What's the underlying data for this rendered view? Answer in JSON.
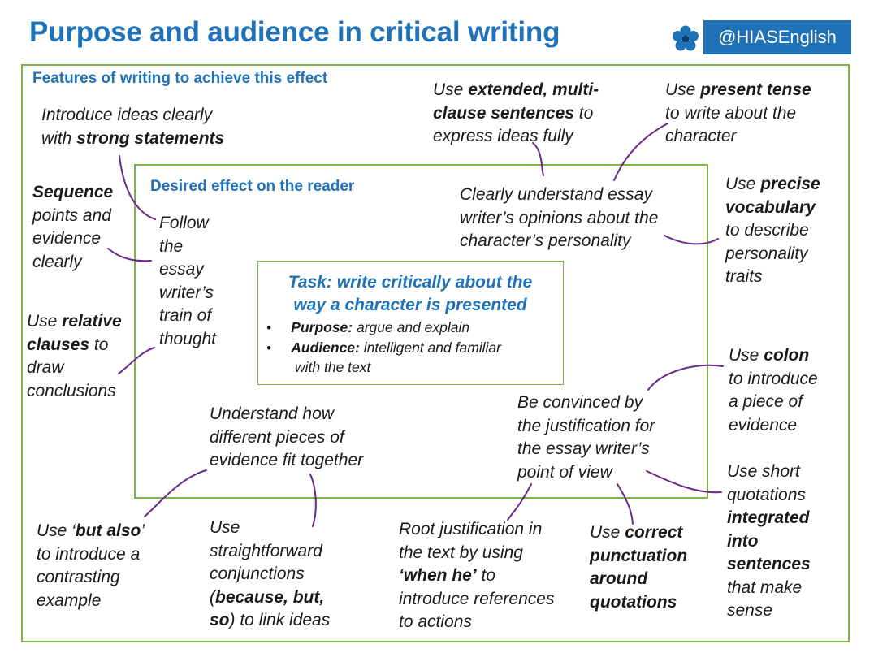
{
  "title": "Purpose and audience in critical writing",
  "brand": "@HIASEnglish",
  "colors": {
    "heading_blue": "#1f72b8",
    "box_green": "#7db343",
    "connector_purple": "#6a2a8c",
    "logo_blue": "#1f72b8"
  },
  "icons": [
    "flower-logo-icon"
  ],
  "headings": {
    "features": "Features of writing to achieve this effect",
    "desired": "Desired effect on the reader"
  },
  "task": {
    "title_l1": "Task: write critically about the",
    "title_l2": "way a character is presented",
    "purpose_label": "Purpose:",
    "purpose_text": " argue and explain",
    "audience_label": "Audience:",
    "audience_text": " intelligent and familiar",
    "audience_text2": "with the text"
  },
  "effects": {
    "follow": [
      "Follow",
      "the",
      "essay",
      "writer’s",
      "train of",
      "thought"
    ],
    "understand_opinions": [
      "Clearly understand essay",
      "writer’s opinions about the",
      "character’s personality"
    ],
    "understand_evidence": [
      "Understand how",
      "different pieces of",
      "evidence fit together"
    ],
    "convinced": [
      "Be convinced by",
      "the justification for",
      "the essay writer’s",
      "point of view"
    ]
  },
  "features": {
    "introduce": {
      "l1": "Introduce ideas clearly",
      "l2a": "with ",
      "l2b": "strong statements"
    },
    "extended": {
      "l1a": "Use ",
      "l1b": "extended, multi-",
      "l2a": "clause sentences",
      "l2b": " to",
      "l3": "express ideas fully"
    },
    "present": {
      "l1a": "Use ",
      "l1b": "present tense",
      "l2": "to write about the",
      "l3": "character"
    },
    "sequence": {
      "l1": "Sequence",
      "l2": "points and",
      "l3": "evidence",
      "l4": "clearly"
    },
    "precise": {
      "l1a": "Use ",
      "l1b": "precise",
      "l2": "vocabulary",
      "l3": "to describe",
      "l4": "personality",
      "l5": "traits"
    },
    "relative": {
      "l1a": "Use ",
      "l1b": "relative",
      "l2a": "clauses",
      "l2b": " to",
      "l3": "draw",
      "l4": "conclusions"
    },
    "colon": {
      "l1a": "Use ",
      "l1b": "colon",
      "l2": "to introduce",
      "l3": "a piece of",
      "l4": "evidence"
    },
    "short_quotes": {
      "l1": "Use short",
      "l2": "quotations",
      "l3": "integrated",
      "l4": "into",
      "l5": "sentences",
      "l6": "that make",
      "l7": "sense"
    },
    "but_also": {
      "l1a": "Use ‘",
      "l1b": "but also",
      "l1c": "’",
      "l2": "to introduce a",
      "l3": "contrasting",
      "l4": "example"
    },
    "conjunctions": {
      "l1": "Use",
      "l2": "straightforward",
      "l3": "conjunctions",
      "l4a": "(",
      "l4b": "because, but,",
      "l5a": "so",
      "l5b": ") to link ideas"
    },
    "root": {
      "l1": "Root justification in",
      "l2": "the text by using",
      "l3a": "‘when he’",
      "l3b": " to",
      "l4": "introduce references",
      "l5": "to actions"
    },
    "punctuation": {
      "l1a": "Use ",
      "l1b": "correct",
      "l2": "punctuation",
      "l3": "around",
      "l4": "quotations"
    }
  }
}
